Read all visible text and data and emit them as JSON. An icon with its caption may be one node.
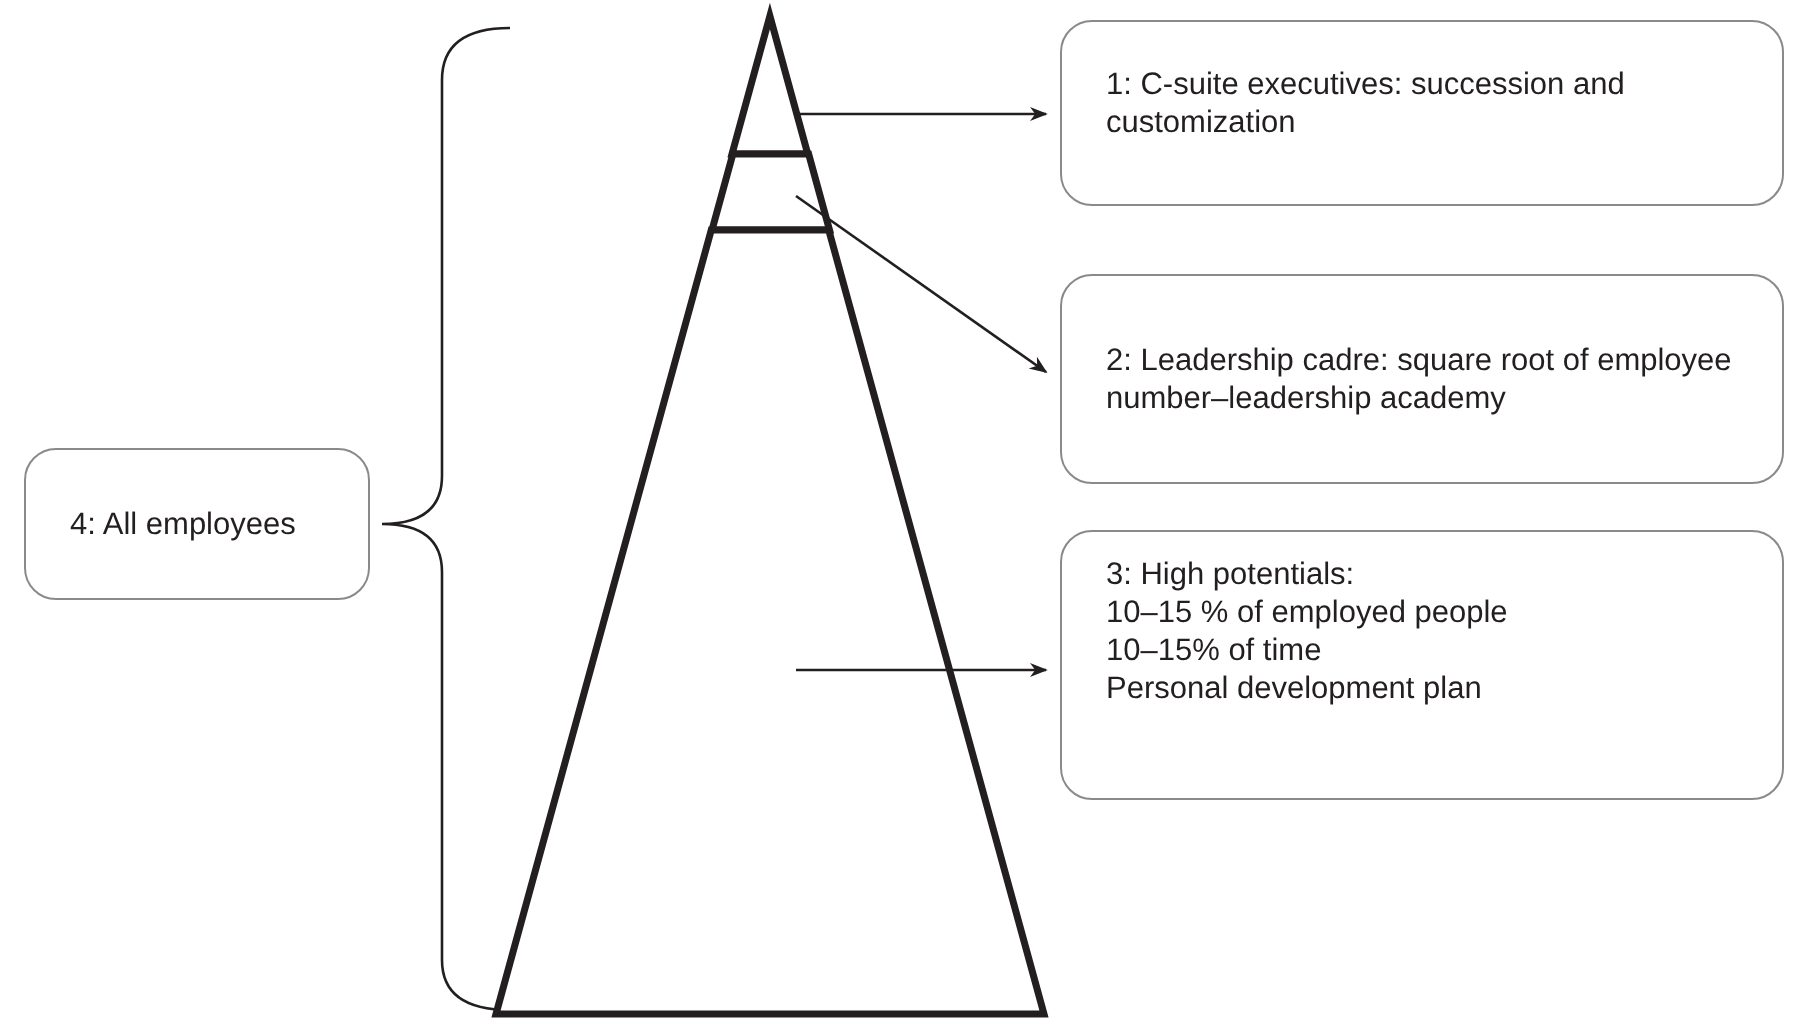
{
  "diagram": {
    "nodes": [
      {
        "text": [
          "4: All employees"
        ]
      },
      {
        "text": [],
        "shape": "triangle"
      },
      {
        "text": [],
        "shape": "band"
      },
      {
        "text": [],
        "shape": "trapezoid"
      },
      {
        "text": [
          "1: C-suite executives: succession and customization"
        ]
      },
      {
        "text": [
          "2: Leadership cadre: square root of employee number–leadership academy"
        ]
      },
      {
        "text": [
          "3: High potentials:",
          "10–15 % of employed people",
          "10–15% of time",
          "Personal development plan"
        ]
      }
    ],
    "edges": [
      {
        "from": 1,
        "to": 4,
        "arrow": "to"
      },
      {
        "from": 2,
        "to": 5,
        "arrow": "to"
      },
      {
        "from": 3,
        "to": 6,
        "arrow": "to"
      }
    ]
  }
}
